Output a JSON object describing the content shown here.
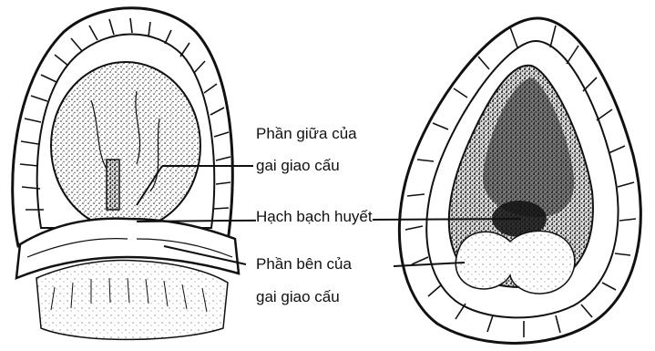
{
  "labels": {
    "middle_part_line1": "Phần giữa của",
    "middle_part_line2": "gai giao cấu",
    "lymph_node": "Hạch bạch huyết",
    "lateral_part_line1": "Phần bên của",
    "lateral_part_line2": "gai giao cấu"
  }
}
